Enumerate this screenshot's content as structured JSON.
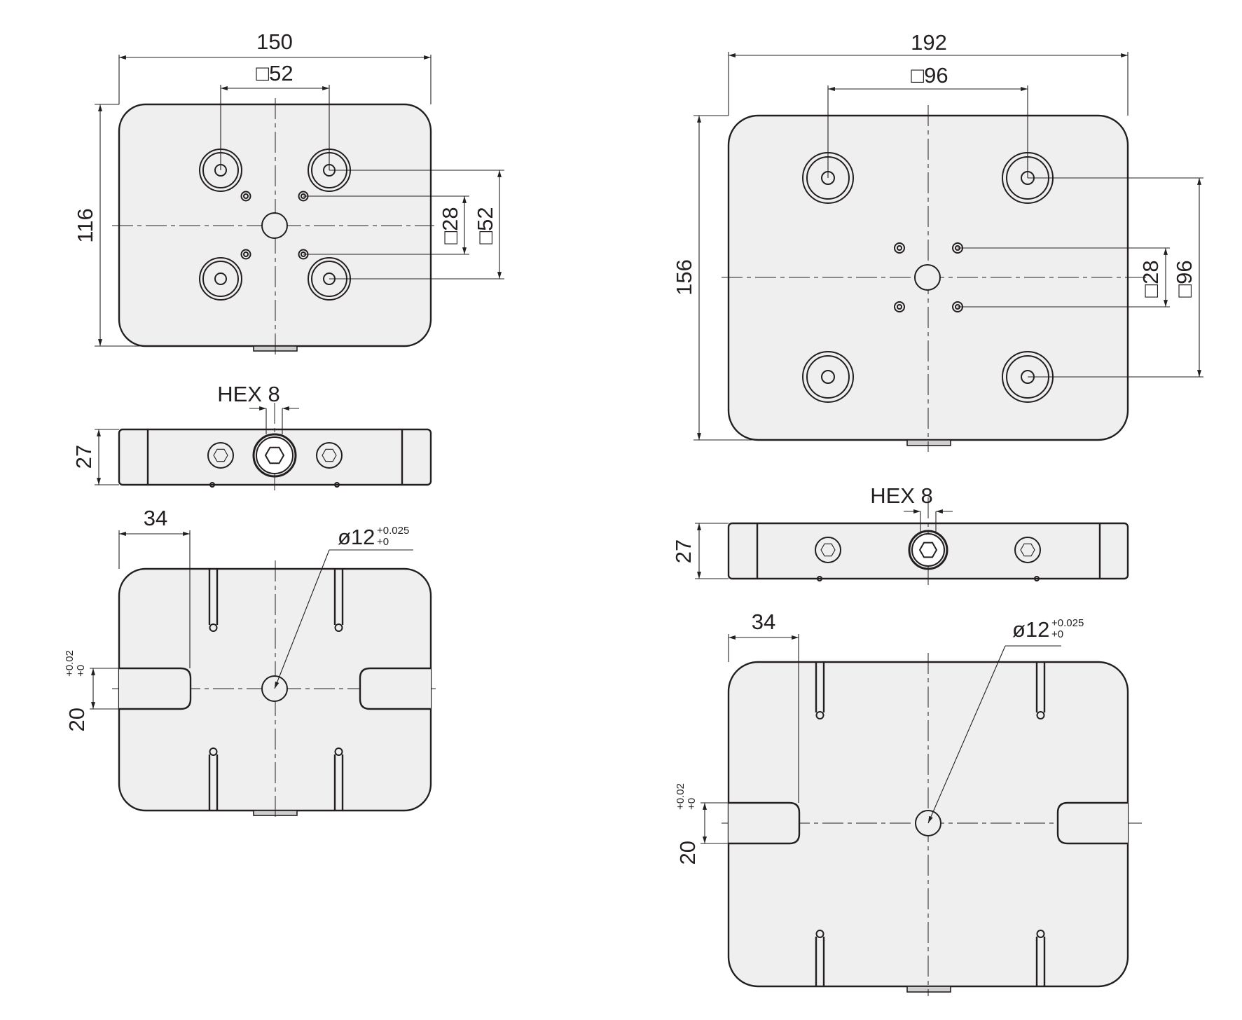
{
  "views": {
    "small_top": {
      "width": "150",
      "bolt_square": "□52",
      "height": "116",
      "pin_square": "□28",
      "bolt_square_v": "□52"
    },
    "small_side": {
      "hex": "HEX 8",
      "thickness": "27"
    },
    "small_bottom": {
      "offset": "34",
      "bore": "ø12",
      "bore_tol_upper": "+0.025",
      "bore_tol_lower": "+0",
      "slot": "20",
      "slot_tol_upper": "+0.02",
      "slot_tol_lower": "+0"
    },
    "large_top": {
      "width": "192",
      "bolt_square": "□96",
      "height": "156",
      "pin_square": "□28",
      "bolt_square_v": "□96"
    },
    "large_side": {
      "hex": "HEX 8",
      "thickness": "27"
    },
    "large_bottom": {
      "offset": "34",
      "bore": "ø12",
      "bore_tol_upper": "+0.025",
      "bore_tol_lower": "+0",
      "slot": "20",
      "slot_tol_upper": "+0.02",
      "slot_tol_lower": "+0"
    }
  }
}
